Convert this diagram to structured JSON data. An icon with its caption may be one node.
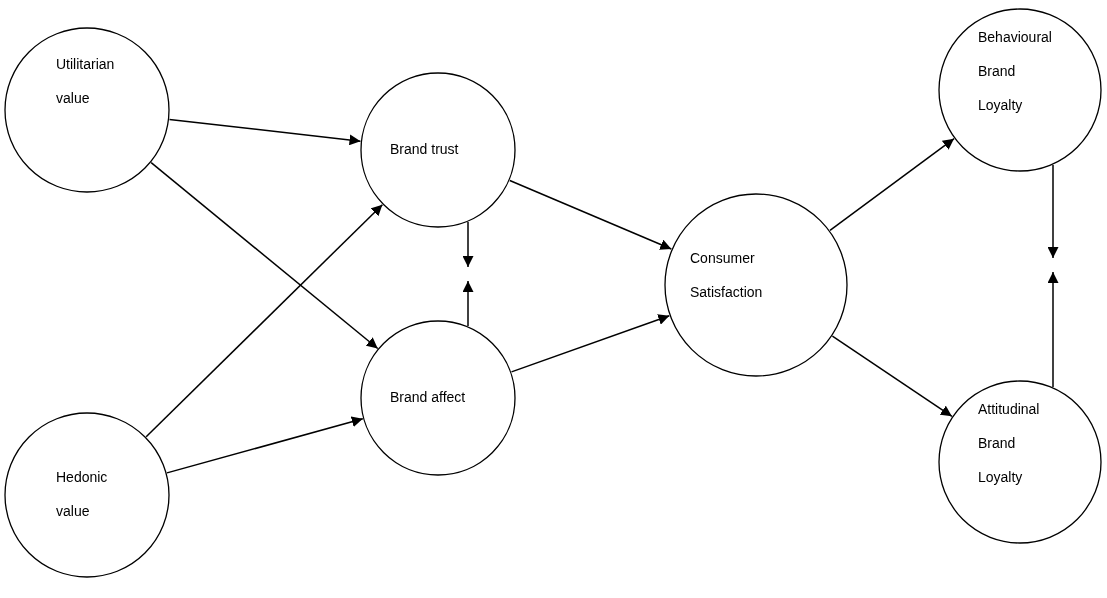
{
  "diagram": {
    "nodes": [
      {
        "text": [
          "Utilitarian value"
        ]
      },
      {
        "text": [
          "Hedonic value"
        ]
      },
      {
        "text": [
          "Brand trust"
        ]
      },
      {
        "text": [
          "Brand affect"
        ]
      },
      {
        "text": [
          "Consumer Satisfaction"
        ]
      },
      {
        "text": [
          "Behavioural Brand Loyalty"
        ]
      },
      {
        "text": [
          "Attitudinal Brand Loyalty"
        ]
      }
    ],
    "edges": [
      {
        "from": 0,
        "to": 2,
        "arrow": "to"
      },
      {
        "from": 0,
        "to": 3,
        "arrow": "to"
      },
      {
        "from": 1,
        "to": 2,
        "arrow": "to"
      },
      {
        "from": 1,
        "to": 3,
        "arrow": "to"
      },
      {
        "from": 2,
        "to": null,
        "arrow": "to"
      },
      {
        "from": 3,
        "to": null,
        "arrow": "to"
      },
      {
        "from": 2,
        "to": 4,
        "arrow": "to"
      },
      {
        "from": 3,
        "to": 4,
        "arrow": "to"
      },
      {
        "from": 4,
        "to": 5,
        "arrow": "to"
      },
      {
        "from": 4,
        "to": 6,
        "arrow": "to"
      },
      {
        "from": 5,
        "to": null,
        "arrow": "to"
      },
      {
        "from": 6,
        "to": null,
        "arrow": "to"
      }
    ]
  }
}
